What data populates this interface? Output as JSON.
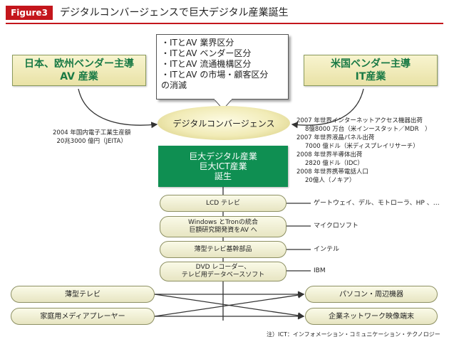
{
  "header": {
    "badge": "Figure3",
    "title": "デジタルコンバージェンスで巨大デジタル産業誕生"
  },
  "regions": {
    "left": {
      "line1": "日本、欧州ベンダー主導",
      "line2": "AV 産業"
    },
    "right": {
      "line1": "米国ベンダー主導",
      "line2": "IT産業"
    }
  },
  "callout": {
    "lines": [
      "・ITとAV 業界区分",
      "・ITとAV ベンダー区分",
      "・ITとAV 流通機構区分",
      "・ITとAV の市場・顧客区分",
      "の消滅"
    ]
  },
  "convergence_label": "デジタルコンバージェンス",
  "center_box": {
    "lines": [
      "巨大デジタル産業",
      "巨大ICT産業",
      "誕生"
    ]
  },
  "note_left": {
    "lines": [
      "2004 年国内電子工業生産額",
      "20兆3000 億円（JEITA）"
    ]
  },
  "note_right": {
    "lines": [
      "2007 年世界インターネットアクセス機器出荷",
      "8億8000 万台（米インースタット／MDR　）",
      "2007 年世界液晶パネル出荷",
      "7000 億ドル（米ディスプレイリサーチ）",
      "2008 年世界半導体出荷",
      "2820 億ドル（IDC）",
      "2008 年世界携帯電話人口",
      "20億人（ノキア）"
    ]
  },
  "stack": [
    {
      "lines": [
        "LCD テレビ"
      ],
      "right_label": "ゲートウェイ、デル、モトローラ、HP 、…"
    },
    {
      "lines": [
        "Windows とTronの統合",
        "巨額研究開発資をAV へ"
      ],
      "right_label": "マイクロソフト"
    },
    {
      "lines": [
        "薄型テレビ基幹部品"
      ],
      "right_label": "インテル"
    },
    {
      "lines": [
        "DVD レコーダー、",
        "テレビ用データベースソフト"
      ],
      "right_label": "IBM"
    }
  ],
  "bottom": {
    "left": [
      "薄型テレビ",
      "家庭用メディアプレーヤー"
    ],
    "right": [
      "パソコン・周辺機器",
      "企業ネットワーク映像端末"
    ]
  },
  "footnote": "注）ICT：インフォメーション・コミュニケーション・テクノロジー"
}
